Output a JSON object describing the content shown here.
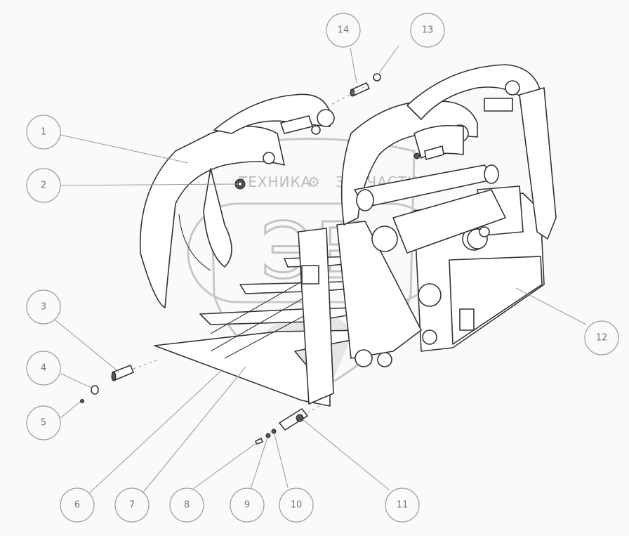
{
  "watermark": {
    "text_left": "ТЕХНИКА",
    "text_right": "ЗАПЧАСТИ",
    "logo_text": "ЭБ"
  },
  "callouts": [
    {
      "id": "callout-1",
      "label": "1"
    },
    {
      "id": "callout-2",
      "label": "2"
    },
    {
      "id": "callout-3",
      "label": "3"
    },
    {
      "id": "callout-4",
      "label": "4"
    },
    {
      "id": "callout-5",
      "label": "5"
    },
    {
      "id": "callout-6",
      "label": "6"
    },
    {
      "id": "callout-7",
      "label": "7"
    },
    {
      "id": "callout-8",
      "label": "8"
    },
    {
      "id": "callout-9",
      "label": "9"
    },
    {
      "id": "callout-10",
      "label": "10"
    },
    {
      "id": "callout-11",
      "label": "11"
    },
    {
      "id": "callout-12",
      "label": "12"
    },
    {
      "id": "callout-13",
      "label": "13"
    },
    {
      "id": "callout-14",
      "label": "14"
    }
  ]
}
